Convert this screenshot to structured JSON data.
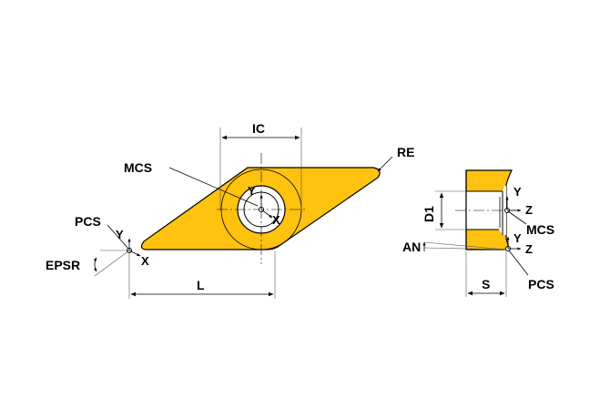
{
  "labels": {
    "ic": "IC",
    "re": "RE",
    "mcs": "MCS",
    "pcs": "PCS",
    "epsr": "EPSR",
    "l": "L",
    "x": "X",
    "y": "Y",
    "z": "Z",
    "d1": "D1",
    "an": "AN",
    "s": "S"
  },
  "colors": {
    "insert_fill": "#FFC20E",
    "outline": "#000000",
    "background": "#FFFFFF"
  },
  "icons": {
    "arrowhead": "arrow-head",
    "origin": "coordinate-origin-dot"
  }
}
